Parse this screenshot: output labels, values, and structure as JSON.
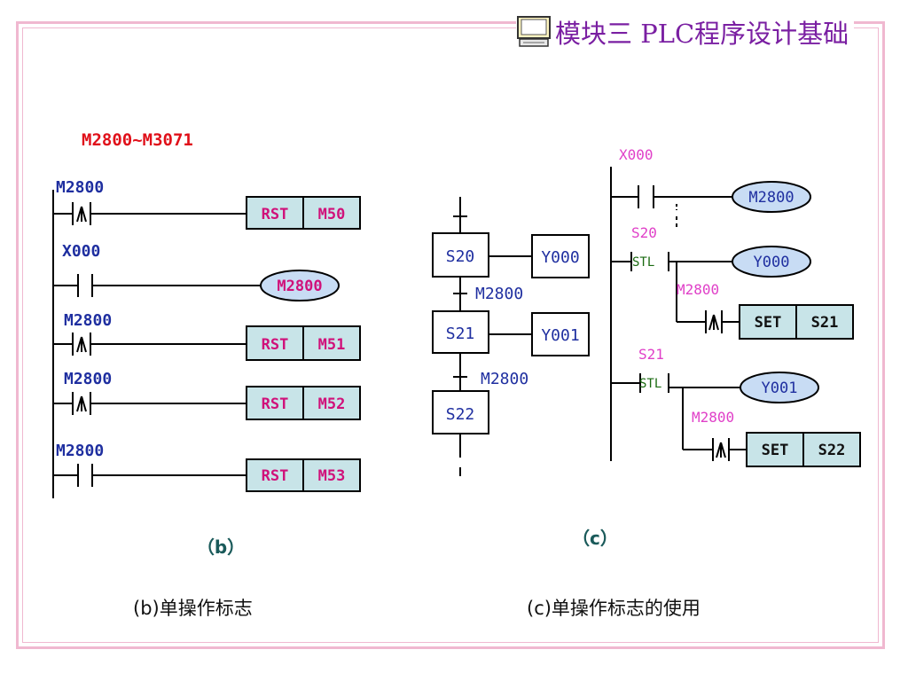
{
  "header": {
    "title": "模块三 PLC程序设计基础",
    "icon": "computer-monitor-icon"
  },
  "colors": {
    "blue_text": "#1f2fa0",
    "pink_text": "#d0117a",
    "magenta_text": "#e040c8",
    "green_text": "#1a6a10",
    "box_fill": "#c8e4e8",
    "oval_fill": "#c8dcf4",
    "red_title": "#e0101a",
    "frame": "#f0b8d0"
  },
  "panel_b": {
    "range_label": "M2800~M3071",
    "rungs": [
      {
        "contact": "M2800",
        "contact_type": "rising-edge",
        "instr": "RST",
        "operand": "M50"
      },
      {
        "contact": "X000",
        "contact_type": "normally-open",
        "coil": "M2800"
      },
      {
        "contact": "M2800",
        "contact_type": "rising-edge",
        "instr": "RST",
        "operand": "M51"
      },
      {
        "contact": "M2800",
        "contact_type": "rising-edge",
        "instr": "RST",
        "operand": "M52"
      },
      {
        "contact": "M2800",
        "contact_type": "normally-open",
        "instr": "RST",
        "operand": "M53"
      }
    ],
    "label": "（b）",
    "caption": "(b)单操作标志"
  },
  "sfc": {
    "steps": [
      {
        "name": "S20",
        "output": "Y000"
      },
      {
        "name": "S21",
        "output": "Y001"
      },
      {
        "name": "S22"
      }
    ],
    "transitions": [
      "M2800",
      "M2800"
    ]
  },
  "panel_c": {
    "input": "X000",
    "coil": "M2800",
    "stl_blocks": [
      {
        "step": "S20",
        "stl": "STL",
        "output": "Y000",
        "trigger": "M2800",
        "instr": "SET",
        "operand": "S21"
      },
      {
        "step": "S21",
        "stl": "STL",
        "output": "Y001",
        "trigger": "M2800",
        "instr": "SET",
        "operand": "S22"
      }
    ],
    "label": "（c）",
    "caption": "(c)单操作标志的使用"
  }
}
